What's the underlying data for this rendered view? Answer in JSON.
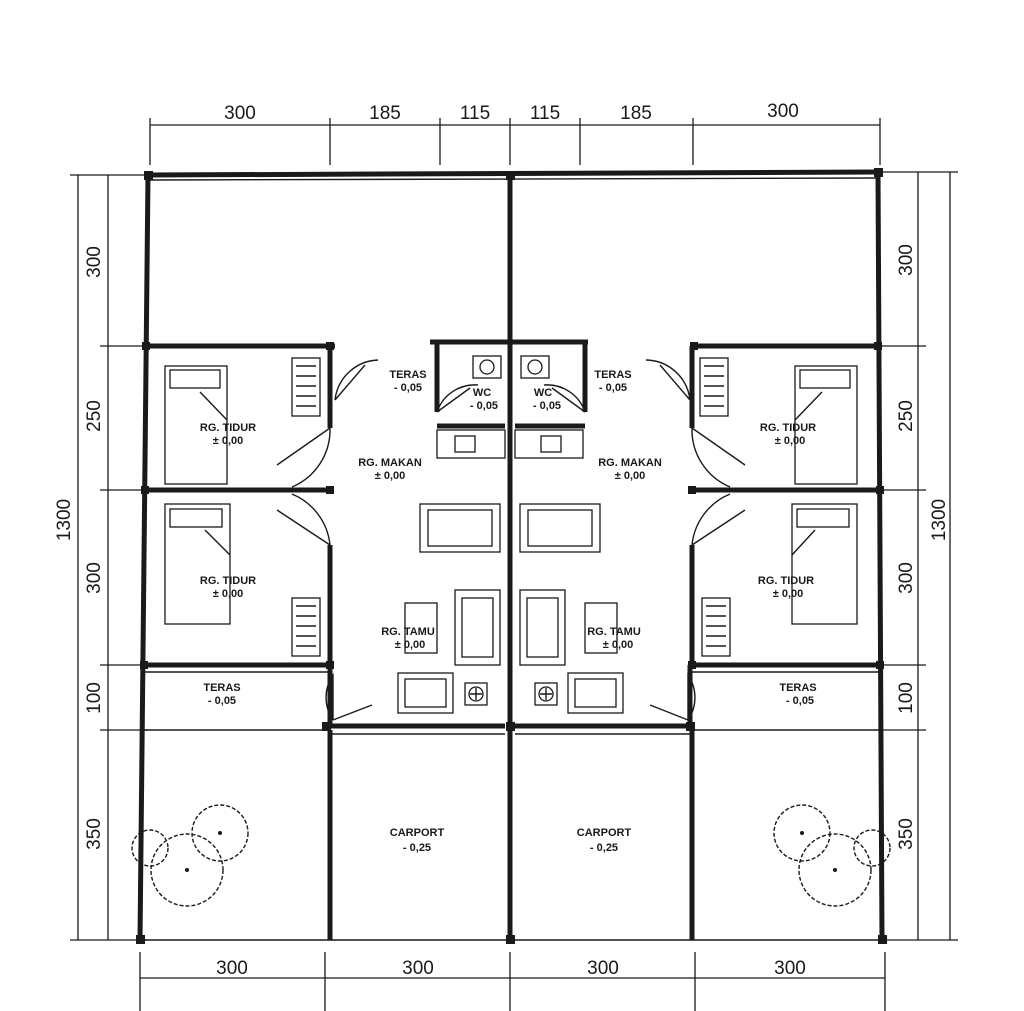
{
  "dimensions": {
    "top": [
      "300",
      "185",
      "115",
      "115",
      "185",
      "300"
    ],
    "bottom": [
      "300",
      "300",
      "300",
      "300"
    ],
    "left_segments": [
      "300",
      "250",
      "300",
      "100",
      "350"
    ],
    "right_segments": [
      "300",
      "250",
      "300",
      "100",
      "350"
    ],
    "left_total": "1300",
    "right_total": "1300"
  },
  "rooms": {
    "rg_tidur": "RG. TIDUR",
    "rg_makan": "RG. MAKAN",
    "rg_tamu": "RG. TAMU",
    "teras": "TERAS",
    "wc": "WC",
    "carport": "CARPORT"
  },
  "levels": {
    "zero": "± 0,00",
    "minus_005": "- 0,05",
    "minus_025": "- 0,25"
  }
}
